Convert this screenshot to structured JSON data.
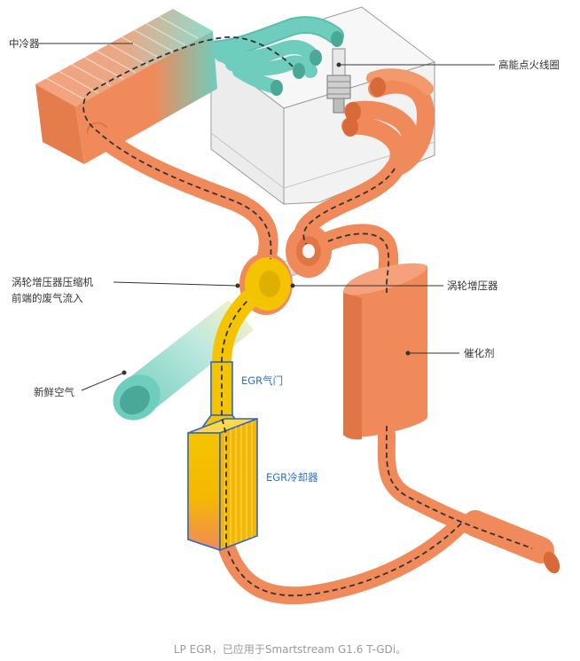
{
  "labels": {
    "intercooler": "中冷器",
    "ignition_coil": "高能点火线圈",
    "compressor_inlet_line1": "涡轮增压器压缩机",
    "compressor_inlet_line2": "前端的废气流入",
    "turbocharger": "涡轮增压器",
    "catalyst": "催化剂",
    "fresh_air": "新鲜空气",
    "egr_valve": "EGR气门",
    "egr_cooler": "EGR冷却器"
  },
  "caption": "LP EGR，已应用于Smartstream G1.6 T-GDi。",
  "colors": {
    "exhaust_orange": "#f08a5a",
    "exhaust_dark": "#d86a3a",
    "intake_teal": "#6fcdbd",
    "egr_yellow": "#f5c400",
    "egr_outline": "#2f66c8",
    "label_blue": "#2a6fd6",
    "engine_block": "#f2f2f2"
  }
}
